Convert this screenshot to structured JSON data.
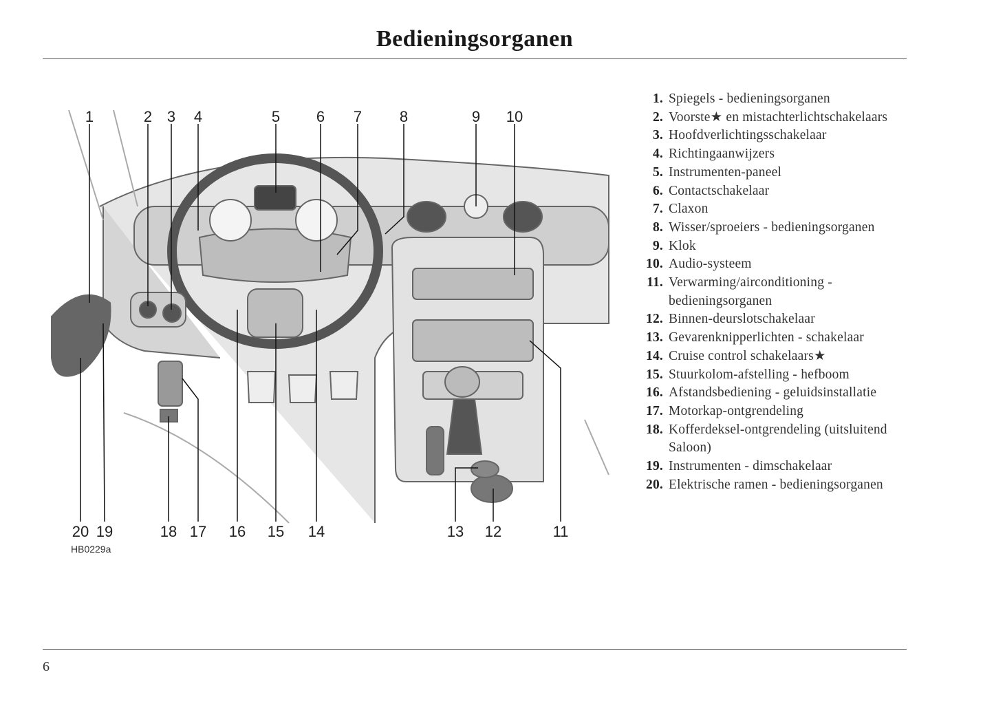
{
  "page": {
    "title": "Bedieningsorganen",
    "page_number": "6"
  },
  "figure": {
    "code": "HB0229a",
    "callouts": {
      "c1": "1",
      "c2": "2",
      "c3": "3",
      "c4": "4",
      "c5": "5",
      "c6": "6",
      "c7": "7",
      "c8": "8",
      "c9": "9",
      "c10": "10",
      "c11": "11",
      "c12": "12",
      "c13": "13",
      "c14": "14",
      "c15": "15",
      "c16": "16",
      "c17": "17",
      "c18": "18",
      "c19": "19",
      "c20": "20"
    }
  },
  "legend": [
    {
      "num": "1.",
      "text": "Spiegels - bedieningsorganen"
    },
    {
      "num": "2.",
      "text": "Voorste★ en mistachterlichtschakelaars"
    },
    {
      "num": "3.",
      "text": "Hoofdverlichtingsschakelaar"
    },
    {
      "num": "4.",
      "text": "Richtingaanwijzers"
    },
    {
      "num": "5.",
      "text": "Instrumenten-paneel"
    },
    {
      "num": "6.",
      "text": "Contactschakelaar"
    },
    {
      "num": "7.",
      "text": "Claxon"
    },
    {
      "num": "8.",
      "text": "Wisser/sproeiers - bedieningsorganen"
    },
    {
      "num": "9.",
      "text": "Klok"
    },
    {
      "num": "10.",
      "text": "Audio-systeem"
    },
    {
      "num": "11.",
      "text": "Verwarming/airconditioning - bedieningsorganen"
    },
    {
      "num": "12.",
      "text": "Binnen-deurslotschakelaar"
    },
    {
      "num": "13.",
      "text": "Gevarenknipperlichten - schakelaar"
    },
    {
      "num": "14.",
      "text": "Cruise control schakelaars★"
    },
    {
      "num": "15.",
      "text": "Stuurkolom-afstelling - hefboom"
    },
    {
      "num": "16.",
      "text": "Afstandsbediening - geluidsinstallatie"
    },
    {
      "num": "17.",
      "text": "Motorkap-ontgrendeling"
    },
    {
      "num": "18.",
      "text": "Kofferdeksel-ontgrendeling (uitsluitend Saloon)"
    },
    {
      "num": "19.",
      "text": "Instrumenten - dimschakelaar"
    },
    {
      "num": "20.",
      "text": "Elektrische ramen - bedieningsorganen"
    }
  ]
}
